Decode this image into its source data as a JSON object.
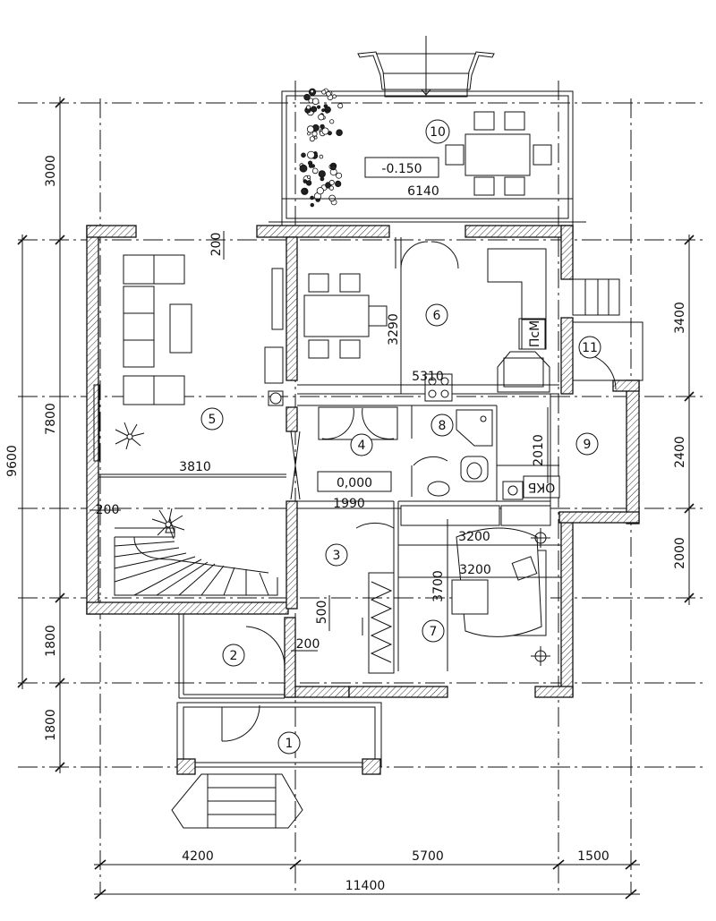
{
  "rooms": [
    {
      "num": "1"
    },
    {
      "num": "2"
    },
    {
      "num": "3"
    },
    {
      "num": "4"
    },
    {
      "num": "5"
    },
    {
      "num": "6"
    },
    {
      "num": "7"
    },
    {
      "num": "8"
    },
    {
      "num": "9"
    },
    {
      "num": "10"
    },
    {
      "num": "11"
    }
  ],
  "levels": {
    "terrace": "-0.150",
    "floor": "0,000"
  },
  "dims": {
    "bottom": [
      "4200",
      "5700",
      "1500"
    ],
    "bottom_total": "11400",
    "left_outer": "9600",
    "left_inner": [
      "3000",
      "7800",
      "1800",
      "1800"
    ],
    "right": [
      "3400",
      "2400",
      "2000"
    ],
    "interior": {
      "terrace_width": "6140",
      "living_width": "3810",
      "hall_width": "1990",
      "kitchen_width": "5310",
      "kitchen_depth": "3290",
      "bath_depth": "2010",
      "bedroom_width_a": "3200",
      "bedroom_width_b": "3200",
      "bedroom_depth": "3700",
      "wall_200_a": "200",
      "wall_200_b": "200",
      "wall_200_c": "200",
      "gap_500": "500"
    }
  },
  "labels": {
    "boiler": "ПсМ",
    "meter": "ОКБ"
  }
}
